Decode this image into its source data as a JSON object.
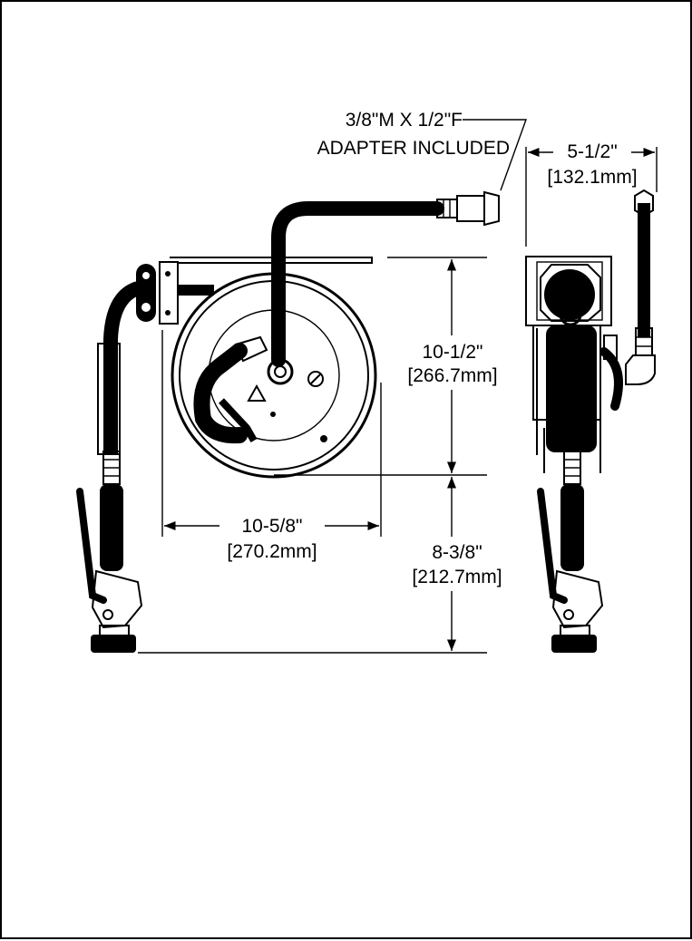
{
  "callouts": {
    "adapter_line1": "3/8\"M X 1/2\"F",
    "adapter_line2": "ADAPTER INCLUDED"
  },
  "dimensions": {
    "depth_in": "5-1/2\"",
    "depth_mm": "[132.1mm]",
    "height_in": "10-1/2\"",
    "height_mm": "[266.7mm]",
    "width_in": "10-5/8\"",
    "width_mm": "[270.2mm]",
    "drop_in": "8-3/8\"",
    "drop_mm": "[212.7mm]"
  },
  "colors": {
    "ink": "#000000",
    "paper": "#ffffff"
  }
}
